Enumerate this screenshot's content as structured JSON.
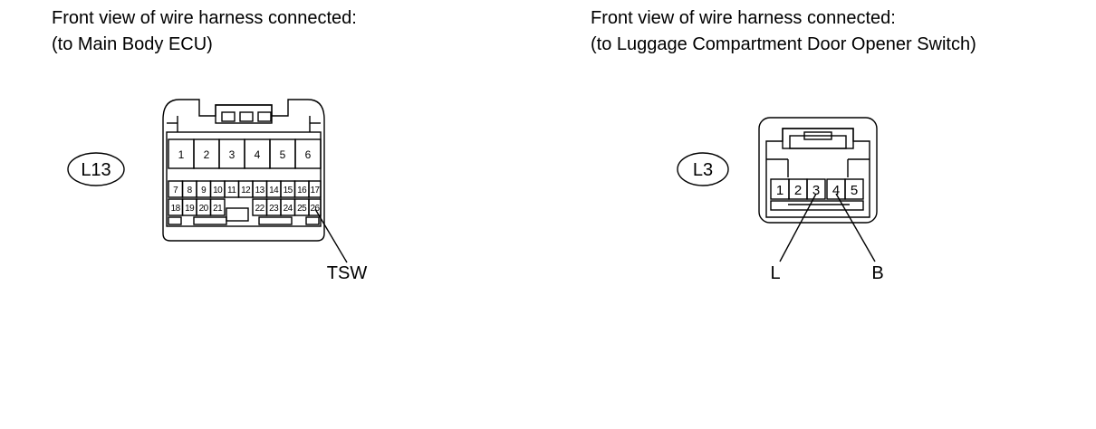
{
  "left": {
    "caption_line1": "Front view of wire harness connected:",
    "caption_line2": "(to Main Body ECU)",
    "connector_id": "L13",
    "top_row_pins": [
      "1",
      "2",
      "3",
      "4",
      "5",
      "6"
    ],
    "middle_row_pins": [
      "7",
      "8",
      "9",
      "10",
      "11",
      "12",
      "13",
      "14",
      "15",
      "16",
      "17"
    ],
    "bottom_row_left_pins": [
      "18",
      "19",
      "20",
      "21"
    ],
    "bottom_row_right_pins": [
      "22",
      "23",
      "24",
      "25",
      "26"
    ],
    "terminal_label": "TSW"
  },
  "right": {
    "caption_line1": "Front view of wire harness connected:",
    "caption_line2": "(to Luggage Compartment Door Opener Switch)",
    "connector_id": "L3",
    "pins": [
      "1",
      "2",
      "3",
      "4",
      "5"
    ],
    "terminal_label_left": "L",
    "terminal_label_right": "B"
  },
  "colors": {
    "line": "#000000",
    "background": "#ffffff"
  }
}
